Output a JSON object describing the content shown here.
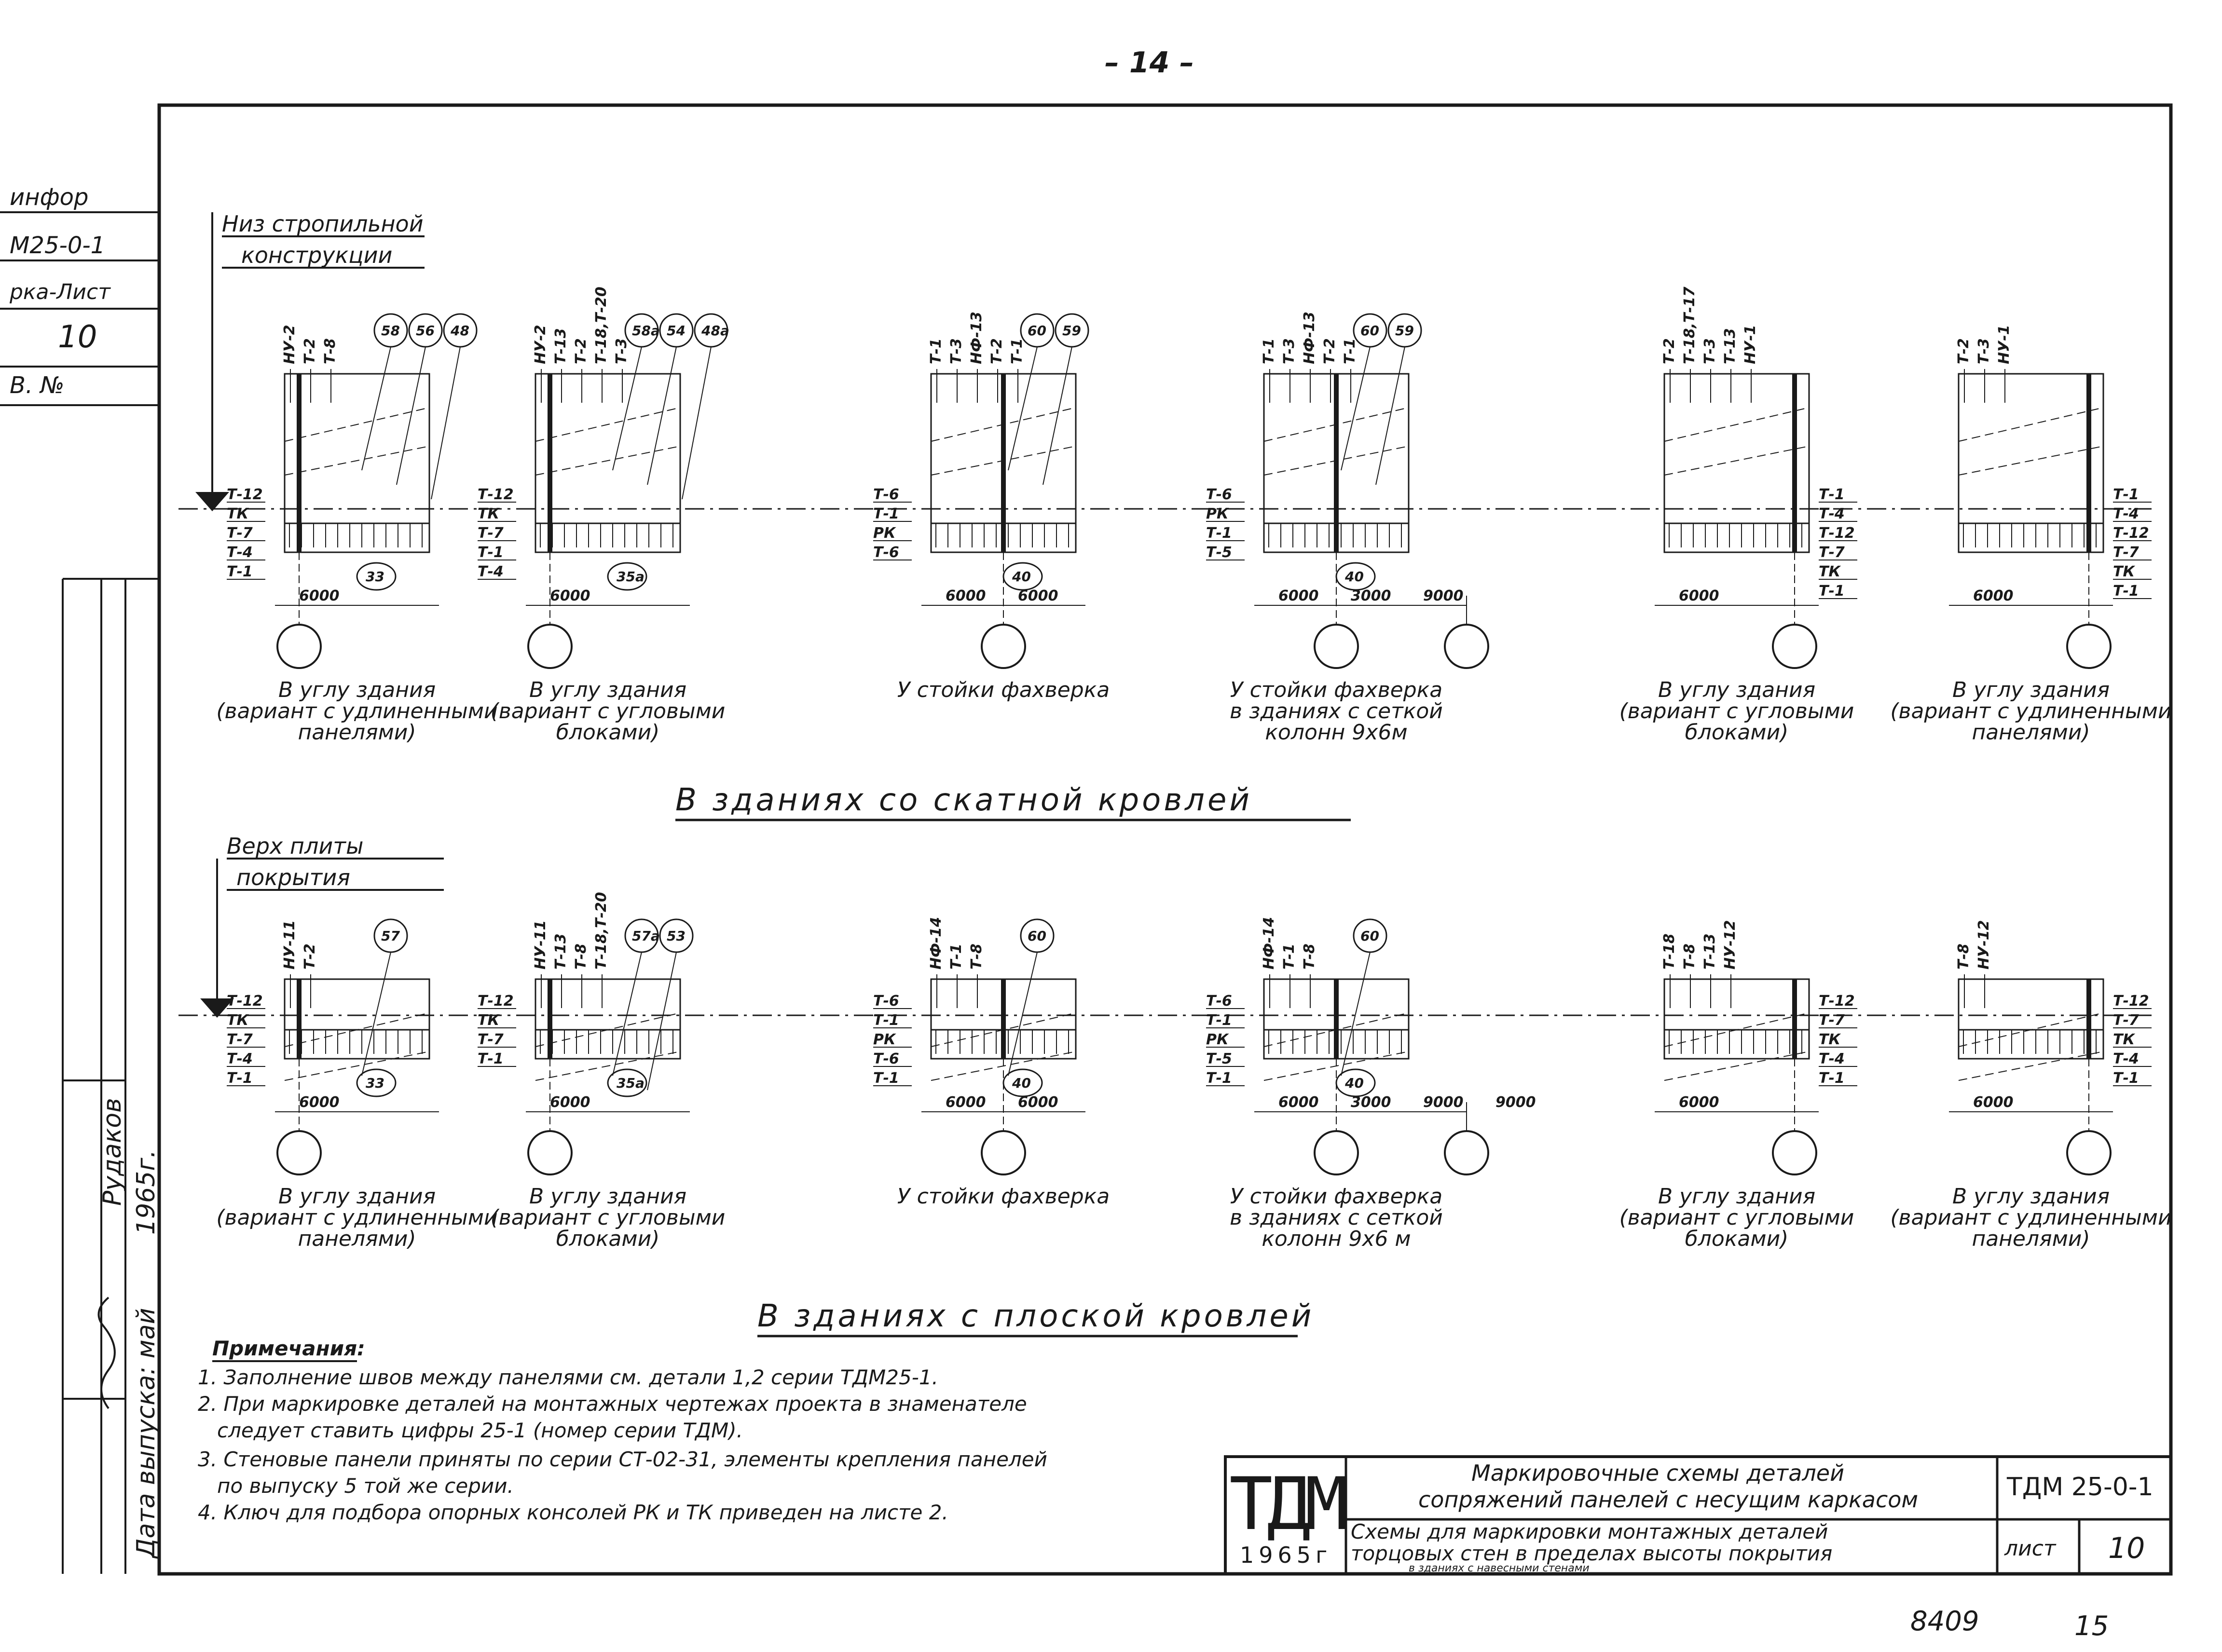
{
  "page": {
    "number": "– 14 –",
    "archive_number": "8409",
    "archive_sub": "15"
  },
  "side_strip": {
    "inv": "инфор",
    "series": "М25-0-1",
    "sheet_label": "рка-Лист",
    "sheet_no": "10",
    "vol_label": "В. №",
    "author_name": "Рудаков",
    "year_note": "1965г.",
    "issue_date": "Дата выпуска: май"
  },
  "sections": {
    "top_title": "В зданиях со скатной кровлей",
    "bottom_title": "В зданиях с плоской кровлей",
    "top_level_note": [
      "Низ стропильной",
      "конструкции"
    ],
    "bottom_level_note": [
      "Верх плиты",
      "покрытия"
    ]
  },
  "top_row": [
    {
      "caption": [
        "В углу здания",
        "(вариант с удлиненными",
        "панелями)"
      ],
      "labels_top": [
        "НУ-2",
        "Т-2",
        "Т-8"
      ],
      "circles": [
        "58",
        "56",
        "48"
      ],
      "bottom_circle": "33",
      "side_labels": [
        "Т-12",
        "ТК",
        "Т-7",
        "Т-4",
        "Т-1"
      ],
      "dims": [
        "6000"
      ]
    },
    {
      "caption": [
        "В углу здания",
        "(вариант с угловыми",
        "блоками)"
      ],
      "labels_top": [
        "НУ-2",
        "Т-13",
        "Т-2",
        "Т-18,Т-20",
        "Т-3"
      ],
      "circles": [
        "58а",
        "54",
        "48а"
      ],
      "bottom_circle": "35а",
      "side_labels": [
        "Т-12",
        "ТК",
        "Т-7",
        "Т-1",
        "Т-4"
      ],
      "dims": [
        "6000"
      ]
    },
    {
      "caption": [
        "У стойки фахверка"
      ],
      "labels_top": [
        "Т-1",
        "Т-3",
        "НФ-13",
        "Т-2",
        "Т-1"
      ],
      "circles": [
        "60",
        "59"
      ],
      "bottom_circle": "40",
      "side_labels": [
        "Т-6",
        "Т-1",
        "РК",
        "Т-6"
      ],
      "dims": [
        "6000",
        "6000"
      ]
    },
    {
      "caption": [
        "У стойки фахверка",
        "в зданиях с сеткой",
        "колонн 9х6м"
      ],
      "labels_top": [
        "Т-1",
        "Т-3",
        "НФ-13",
        "Т-2",
        "Т-1"
      ],
      "circles": [
        "60",
        "59"
      ],
      "bottom_circle": "40",
      "side_labels": [
        "Т-6",
        "РК",
        "Т-1",
        "Т-5"
      ],
      "dims": [
        "6000",
        "3000",
        "9000"
      ]
    },
    {
      "caption": [
        "В углу здания",
        "(вариант с угловыми",
        "блоками)"
      ],
      "labels_top": [
        "Т-2",
        "Т-18,Т-17",
        "Т-3",
        "Т-13",
        "НУ-1"
      ],
      "circles": [],
      "bottom_circle": "",
      "side_labels": [
        "Т-1",
        "Т-4",
        "Т-12",
        "Т-7",
        "ТК",
        "Т-1"
      ],
      "dims": [
        "6000"
      ]
    },
    {
      "caption": [
        "В углу здания",
        "(вариант с удлиненными",
        "панелями)"
      ],
      "labels_top": [
        "Т-2",
        "Т-3",
        "НУ-1"
      ],
      "circles": [],
      "bottom_circle": "",
      "side_labels": [
        "Т-1",
        "Т-4",
        "Т-12",
        "Т-7",
        "ТК",
        "Т-1"
      ],
      "dims": [
        "6000"
      ]
    }
  ],
  "bottom_row": [
    {
      "caption": [
        "В углу здания",
        "(вариант с удлиненными",
        "панелями)"
      ],
      "labels_top": [
        "НУ-11",
        "Т-2"
      ],
      "circles": [
        "57"
      ],
      "bottom_circle": "33",
      "side_labels": [
        "Т-12",
        "ТК",
        "Т-7",
        "Т-4",
        "Т-1"
      ],
      "dims": [
        "6000"
      ]
    },
    {
      "caption": [
        "В углу здания",
        "(вариант с угловыми",
        "блоками)"
      ],
      "labels_top": [
        "НУ-11",
        "Т-13",
        "Т-8",
        "Т-18,Т-20"
      ],
      "circles": [
        "57а",
        "53"
      ],
      "bottom_circle": "35а",
      "side_labels": [
        "Т-12",
        "ТК",
        "Т-7",
        "Т-1"
      ],
      "dims": [
        "6000"
      ]
    },
    {
      "caption": [
        "У стойки фахверка"
      ],
      "labels_top": [
        "НФ-14",
        "Т-1",
        "Т-8"
      ],
      "circles": [
        "60"
      ],
      "bottom_circle": "40",
      "side_labels": [
        "Т-6",
        "Т-1",
        "РК",
        "Т-6",
        "Т-1"
      ],
      "dims": [
        "6000",
        "6000"
      ]
    },
    {
      "caption": [
        "У стойки фахверка",
        "в зданиях с сеткой",
        "колонн 9х6 м"
      ],
      "labels_top": [
        "НФ-14",
        "Т-1",
        "Т-8"
      ],
      "circles": [
        "60"
      ],
      "bottom_circle": "40",
      "side_labels": [
        "Т-6",
        "Т-1",
        "РК",
        "Т-5",
        "Т-1"
      ],
      "dims": [
        "6000",
        "3000",
        "9000",
        "9000"
      ]
    },
    {
      "caption": [
        "В углу здания",
        "(вариант с угловыми",
        "блоками)"
      ],
      "labels_top": [
        "Т-18",
        "Т-8",
        "Т-13",
        "НУ-12"
      ],
      "circles": [],
      "bottom_circle": "",
      "side_labels": [
        "Т-12",
        "Т-7",
        "ТК",
        "Т-4",
        "Т-1"
      ],
      "dims": [
        "6000"
      ]
    },
    {
      "caption": [
        "В углу здания",
        "(вариант с удлиненными",
        "панелями)"
      ],
      "labels_top": [
        "Т-8",
        "НУ-12"
      ],
      "circles": [],
      "bottom_circle": "",
      "side_labels": [
        "Т-12",
        "Т-7",
        "ТК",
        "Т-4",
        "Т-1"
      ],
      "dims": [
        "6000"
      ]
    }
  ],
  "notes": {
    "heading": "Примечания:",
    "lines": [
      "1. Заполнение швов между панелями см. детали 1,2 серии ТДМ25-1.",
      "2. При маркировке деталей на монтажных чертежах проекта в знаменателе",
      "следует ставить цифры 25-1 (номер серии ТДМ).",
      "3. Стеновые панели приняты по серии СТ-02-31, элементы крепления панелей",
      "по выпуску 5 той же серии.",
      "4. Ключ для подбора опорных консолей РК и ТК приведен на листе 2."
    ]
  },
  "title_block": {
    "logo": "ТДМ",
    "year": "1965г",
    "title_line1": "Маркировочные схемы деталей",
    "title_line2": "сопряжений панелей с несущим каркасом",
    "sub_line1": "Схемы для маркировки монтажных деталей",
    "sub_line2": "торцовых стен в пределах высоты покрытия",
    "sub_line3": "в зданиях с навесными стенами",
    "series": "ТДМ 25-0-1",
    "sheet_label": "лист",
    "sheet_no": "10"
  }
}
